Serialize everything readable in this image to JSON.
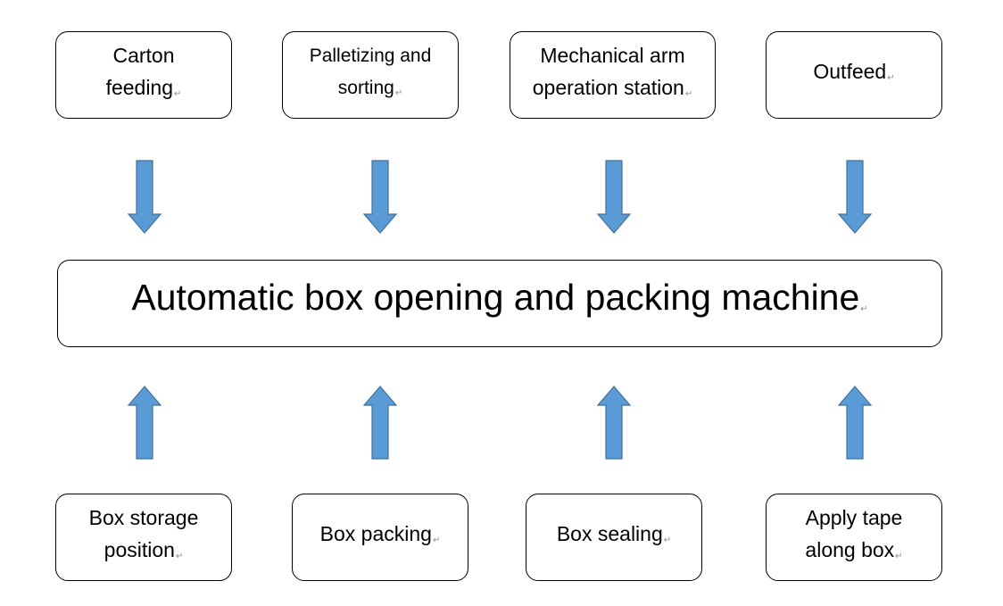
{
  "colors": {
    "arrow_fill": "#5b9bd5",
    "arrow_stroke": "#41719c",
    "box_border": "#000000"
  },
  "return_mark": "↵",
  "top_row": [
    {
      "label": "Carton\nfeeding"
    },
    {
      "label": "Palletizing and\nsorting"
    },
    {
      "label": "Mechanical arm\noperation station"
    },
    {
      "label": "Outfeed"
    }
  ],
  "main": {
    "label": "Automatic box opening and packing machine"
  },
  "bottom_row": [
    {
      "label": "Box storage\nposition"
    },
    {
      "label": "Box packing"
    },
    {
      "label": "Box sealing"
    },
    {
      "label": "Apply tape\nalong box"
    }
  ]
}
